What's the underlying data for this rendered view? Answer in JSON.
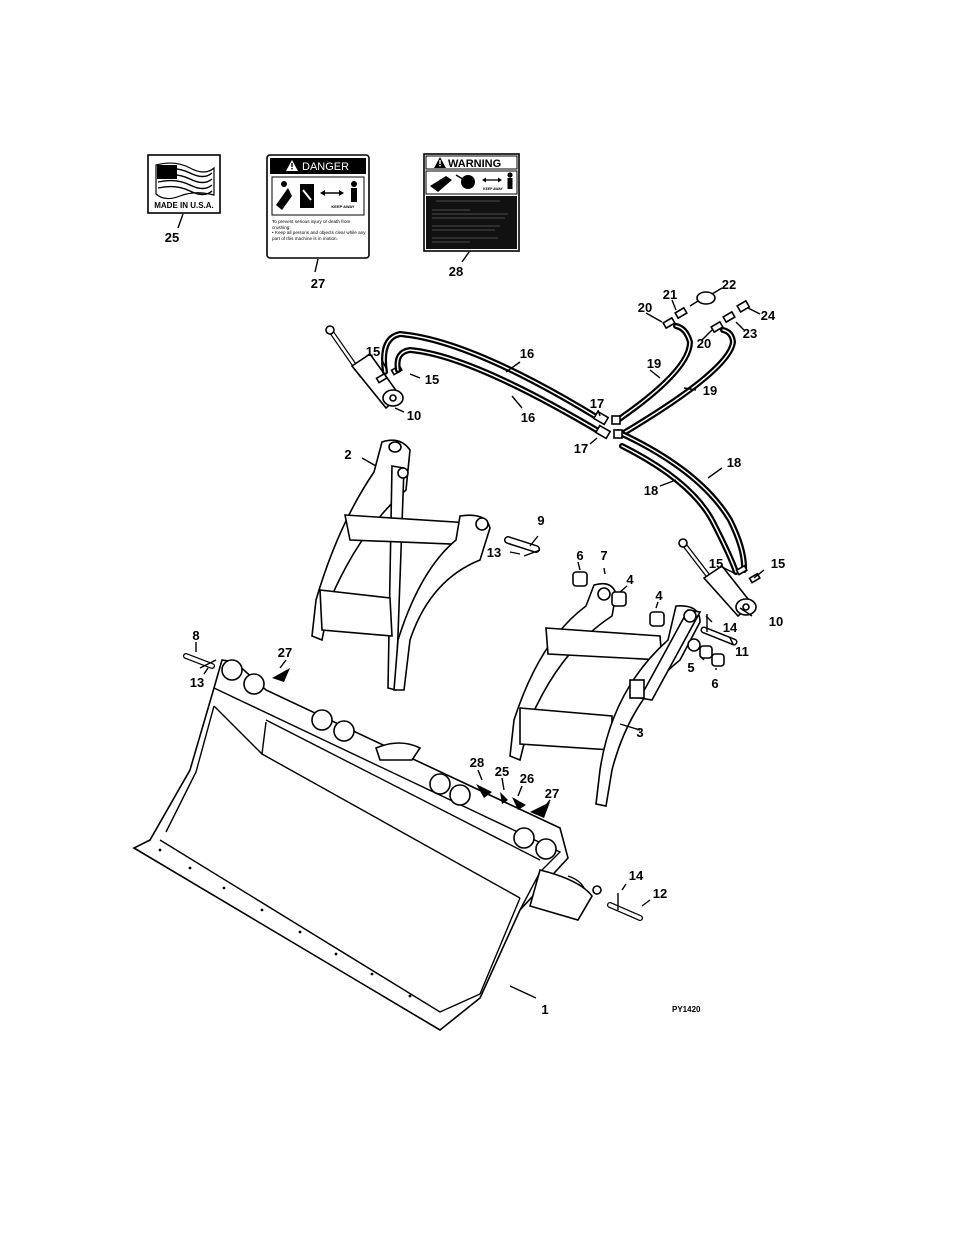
{
  "figure_code": "PY1420",
  "decals": {
    "made_in_usa": {
      "text": "MADE IN U.S.A.",
      "callout": "25"
    },
    "danger": {
      "title": "DANGER",
      "keep_away": "KEEP AWAY",
      "body": "To prevent serious injury or death from crushing:",
      "bullet": "• Keep all persons and objects clear while any part of this machine is in motion.",
      "callout": "27"
    },
    "warning": {
      "title": "WARNING",
      "keep_away": "KEEP AWAY",
      "callout": "28"
    }
  },
  "callouts": [
    "1",
    "2",
    "3",
    "4",
    "5",
    "6",
    "7",
    "8",
    "9",
    "10",
    "11",
    "12",
    "13",
    "14",
    "15",
    "16",
    "17",
    "18",
    "19",
    "20",
    "21",
    "22",
    "23",
    "24",
    "25",
    "26",
    "27",
    "28"
  ],
  "colors": {
    "ink": "#000000",
    "paper": "#ffffff",
    "decal_panel": "#111111"
  }
}
